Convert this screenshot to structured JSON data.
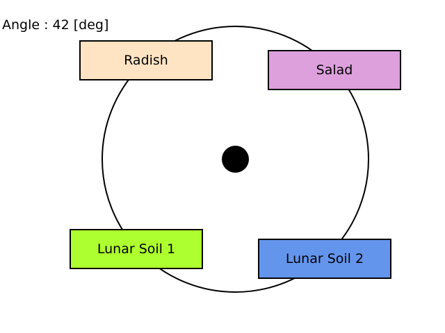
{
  "angle_readout": {
    "text": "Angle : 42 [deg]",
    "value_deg": 42
  },
  "trays": [
    {
      "label": "Radish",
      "color": "#FFE4C4"
    },
    {
      "label": "Salad",
      "color": "#DDA0DD"
    },
    {
      "label": "Lunar Soil 1",
      "color": "#ADFF2F"
    },
    {
      "label": "Lunar Soil 2",
      "color": "#6495ED"
    }
  ],
  "colors": {
    "outline": "#000000",
    "hub": "#000000",
    "background": "#FFFFFF"
  }
}
